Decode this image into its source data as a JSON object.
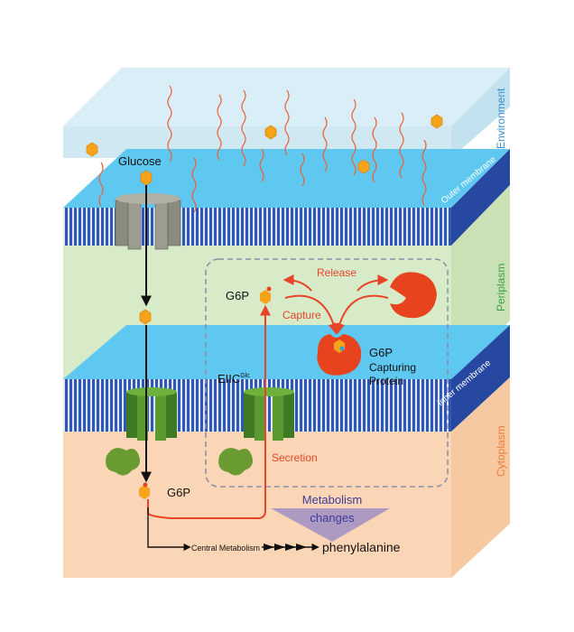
{
  "labels": {
    "glucose": "Glucose",
    "g6p_periplasm": "G6P",
    "release": "Release",
    "capture": "Capture",
    "capturing_protein_line1": "G6P",
    "capturing_protein_line2": "Capturing",
    "capturing_protein_line3": "Protein",
    "eiic_base": "EIIC",
    "eiic_sup": "Glc",
    "secretion": "Secretion",
    "g6p_cytoplasm": "G6P",
    "metabolism_line1": "Metabolism",
    "metabolism_line2": "changes",
    "central_metabolism": "Central Metabolism",
    "phenylalanine": "phenylalanine"
  },
  "layers": {
    "environment": "Environment",
    "outer_membrane": "Outer membrane",
    "periplasm": "Periplasm",
    "inner_membrane": "Inner membrane",
    "cytoplasm": "Cytoplasm"
  },
  "colors": {
    "environment": "#cfe8f2",
    "membrane_top": "#5ec8f0",
    "membrane_stripes": "#1e3f9a",
    "periplasm": "#d8ebc8",
    "cytoplasm": "#fbd6b6",
    "glucose": "#f5a31a",
    "capture_arrow": "#e8442a",
    "protein": "#e8431f",
    "transporter_gray": "#8a8a7e",
    "transporter_green": "#4f8a2a",
    "metabolism_arrow": "#9d8fc4",
    "label_environment": "#3a8fd0",
    "label_periplasm": "#3aa346",
    "label_cytoplasm": "#ef7b32",
    "label_red": "#e8442a",
    "label_purple": "#3e3a9a"
  }
}
